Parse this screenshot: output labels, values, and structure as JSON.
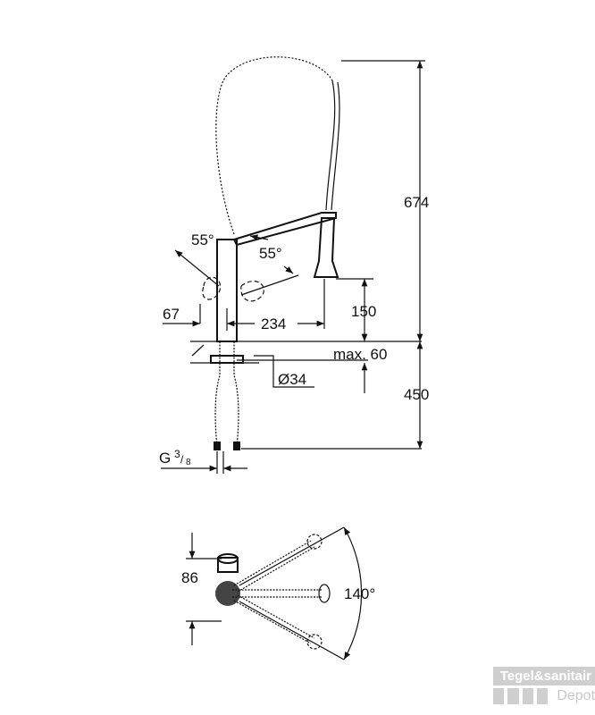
{
  "dimensions": {
    "total_height": "674",
    "below_counter": "450",
    "spray_height": "150",
    "counter_thickness": "max. 60",
    "hole_diameter": "Ø34",
    "lever_offset": "67",
    "spout_reach": "234",
    "lever_angle_left": "55°",
    "lever_angle_right": "55°",
    "connection_thread_g": "G",
    "connection_thread_num": "3",
    "connection_thread_den": "8",
    "base_depth": "86",
    "swivel_angle": "140°"
  },
  "watermark": {
    "brand": "Tegel&sanitair",
    "sub": "Depot"
  }
}
